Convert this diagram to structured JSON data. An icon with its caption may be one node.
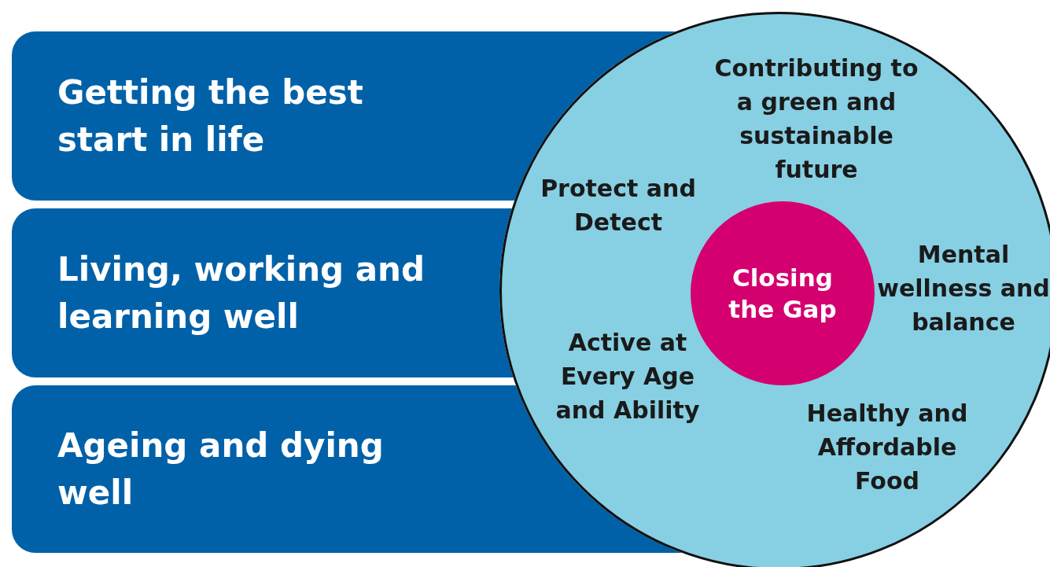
{
  "diagram": {
    "nodes": [
      {
        "text": [
          "Getting the best start in life"
        ]
      },
      {
        "text": [
          "Living, working and learning well"
        ]
      },
      {
        "text": [
          "Ageing and dying well"
        ]
      },
      {
        "text": [
          "Contributing to a green and sustainable future",
          "Protect and Detect",
          "Mental wellness and balance",
          "Active at Every Age and Ability",
          "Healthy and Affordable Food"
        ]
      },
      {
        "text": [
          "Closing the Gap"
        ],
        "in": 3
      }
    ]
  }
}
